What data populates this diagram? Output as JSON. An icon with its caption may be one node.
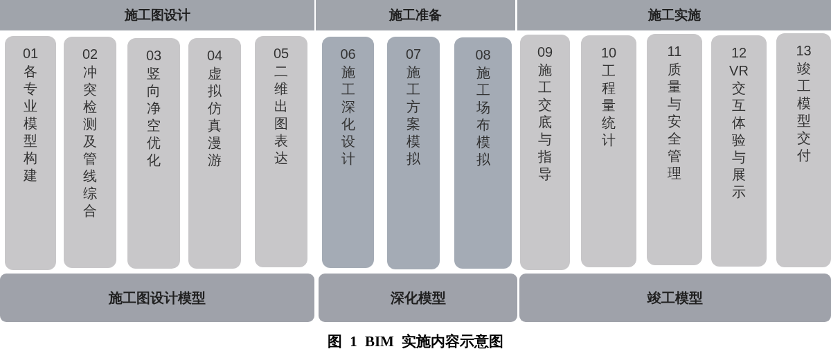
{
  "diagram": {
    "caption": "图 1 BIM 实施内容示意图",
    "nodes": [
      {
        "text": [
          "施工图设计"
        ]
      },
      {
        "text": [
          "施工准备"
        ]
      },
      {
        "text": [
          "施工实施"
        ]
      },
      {
        "text": [
          "01",
          "各专业模型构建"
        ]
      },
      {
        "text": [
          "02",
          "冲突检测及管线综合"
        ]
      },
      {
        "text": [
          "03",
          "竖向净空优化"
        ]
      },
      {
        "text": [
          "04",
          "虚拟仿真漫游"
        ]
      },
      {
        "text": [
          "05",
          "二维出图表达"
        ]
      },
      {
        "text": [
          "06",
          "施工深化设计"
        ]
      },
      {
        "text": [
          "07",
          "施工方案模拟"
        ]
      },
      {
        "text": [
          "08",
          "施工场布模拟"
        ]
      },
      {
        "text": [
          "09",
          "施工交底与指导"
        ]
      },
      {
        "text": [
          "10",
          "工程量统计"
        ]
      },
      {
        "text": [
          "11",
          "质量与安全管理"
        ]
      },
      {
        "text": [
          "12",
          "VR交互体验与展示"
        ]
      },
      {
        "text": [
          "13",
          "竣工模型交付"
        ]
      },
      {
        "text": [
          "施工图设计模型"
        ]
      },
      {
        "text": [
          "深化模型"
        ]
      },
      {
        "text": [
          "竣工模型"
        ]
      }
    ]
  }
}
